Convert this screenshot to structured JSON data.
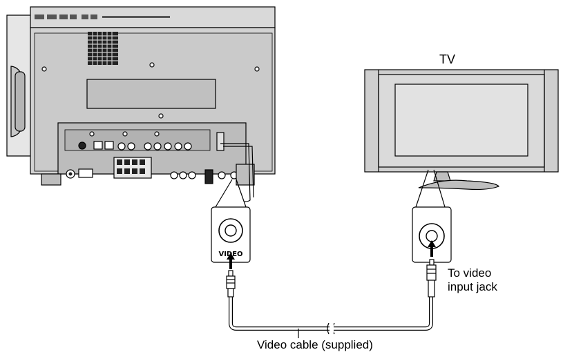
{
  "labels": {
    "tv": "TV",
    "jack_line1": "To video",
    "jack_line2": "input jack",
    "cable": "Video cable (supplied)",
    "jack_name": "VIDEO"
  },
  "colors": {
    "stroke": "#000000",
    "unit_body": "#d4d4d4",
    "unit_dark": "#b8b8b8",
    "tv_bezel": "#cfcfcf",
    "tv_screen": "#e2e2e2",
    "cable": "#ffffff",
    "background": "#ffffff"
  },
  "icons": {
    "receiver": "receiver-unit-icon",
    "tv": "tv-icon",
    "jack": "rca-jack-icon",
    "plug": "rca-plug-icon"
  }
}
